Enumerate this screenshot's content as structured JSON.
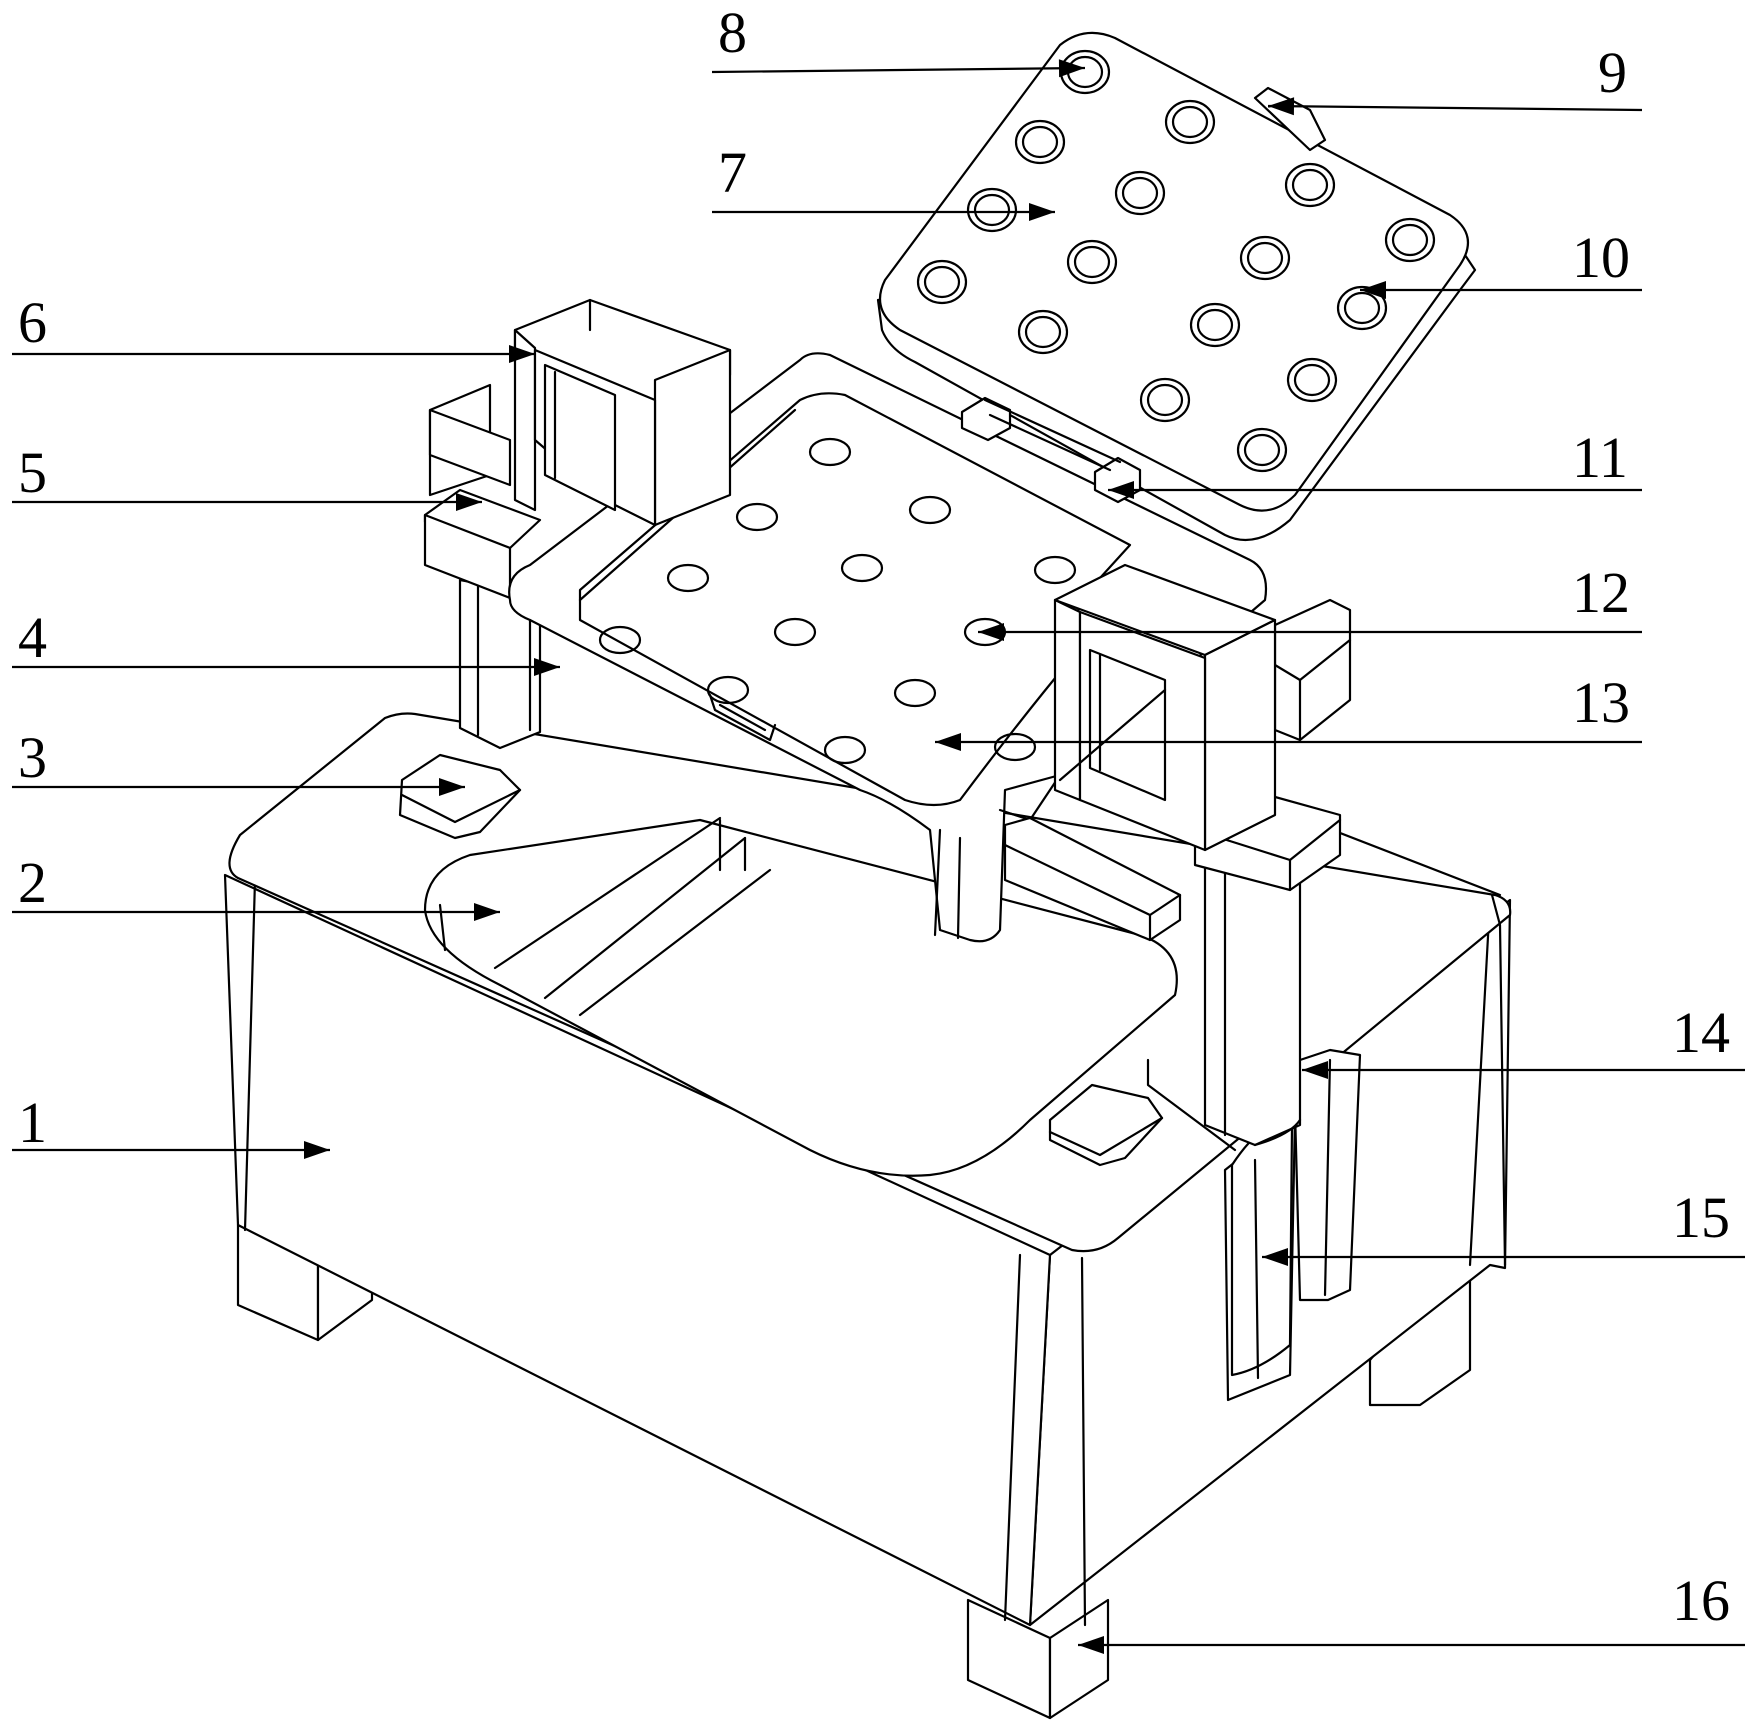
{
  "figure": {
    "labels": [
      "1",
      "2",
      "3",
      "4",
      "5",
      "6",
      "7",
      "8",
      "9",
      "10",
      "11",
      "12",
      "13",
      "14",
      "15",
      "16"
    ],
    "colors": {
      "line": "#000000",
      "background": "#ffffff"
    }
  }
}
